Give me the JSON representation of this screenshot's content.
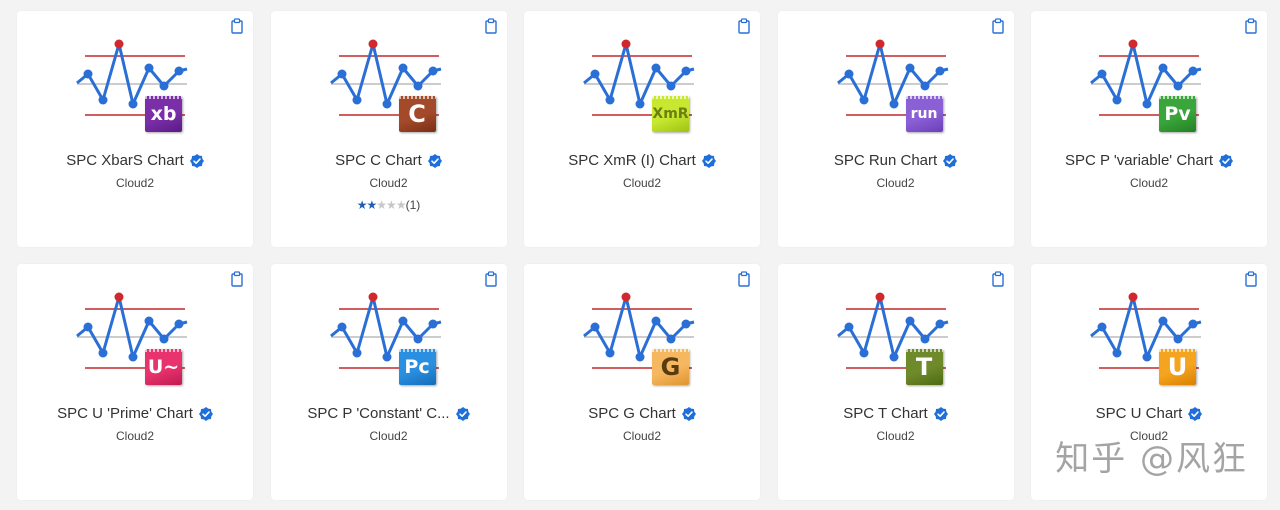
{
  "apps": [
    {
      "title": "SPC XbarS Chart",
      "publisher": "Cloud2",
      "badge": "xb",
      "badge_color": "#7a2fa8",
      "badge_color_dark": "#5a1a86",
      "badge_text_color": "#ffffff",
      "rating": null
    },
    {
      "title": "SPC C Chart",
      "publisher": "Cloud2",
      "badge": "C",
      "badge_color": "#a34a2a",
      "badge_color_dark": "#7a2e16",
      "badge_text_color": "#ffffff",
      "rating": {
        "stars": 2,
        "max": 5,
        "count_label": "(1)"
      }
    },
    {
      "title": "SPC XmR (I) Chart",
      "publisher": "Cloud2",
      "badge": "XmR",
      "badge_color": "#c8e830",
      "badge_color_dark": "#9dc212",
      "badge_text_color": "#6b7f10",
      "rating": null
    },
    {
      "title": "SPC Run Chart",
      "publisher": "Cloud2",
      "badge": "run",
      "badge_color": "#8b5fd6",
      "badge_color_dark": "#6a40b8",
      "badge_text_color": "#ffffff",
      "rating": null
    },
    {
      "title": "SPC P 'variable' Chart",
      "publisher": "Cloud2",
      "badge": "Pv",
      "badge_color": "#3aa53a",
      "badge_color_dark": "#237f23",
      "badge_text_color": "#ffffff",
      "rating": null
    },
    {
      "title": "SPC U 'Prime' Chart",
      "publisher": "Cloud2",
      "badge": "U~",
      "badge_color": "#e8336e",
      "badge_color_dark": "#c01a52",
      "badge_text_color": "#ffffff",
      "rating": null
    },
    {
      "title": "SPC P 'Constant' C...",
      "publisher": "Cloud2",
      "badge": "Pc",
      "badge_color": "#2a8fe0",
      "badge_color_dark": "#156cb8",
      "badge_text_color": "#ffffff",
      "rating": null
    },
    {
      "title": "SPC G Chart",
      "publisher": "Cloud2",
      "badge": "G",
      "badge_color": "#f5b860",
      "badge_color_dark": "#e09430",
      "badge_text_color": "#5a3a10",
      "rating": null
    },
    {
      "title": "SPC T Chart",
      "publisher": "Cloud2",
      "badge": "T",
      "badge_color": "#6f8a2a",
      "badge_color_dark": "#4e6a12",
      "badge_text_color": "#ffffff",
      "rating": null
    },
    {
      "title": "SPC U Chart",
      "publisher": "Cloud2",
      "badge": "U",
      "badge_color": "#f5a420",
      "badge_color_dark": "#d98000",
      "badge_text_color": "#ffffff",
      "rating": null
    }
  ],
  "colors": {
    "chart_line": "#2a6fd6",
    "limit_line": "#c0282d",
    "center_line": "#bbbbbb",
    "out_of_control_point": "#d0282d",
    "verified": "#1e6fd9",
    "clipboard_icon": "#2a6fd6"
  },
  "watermark": "知乎 @风狂"
}
